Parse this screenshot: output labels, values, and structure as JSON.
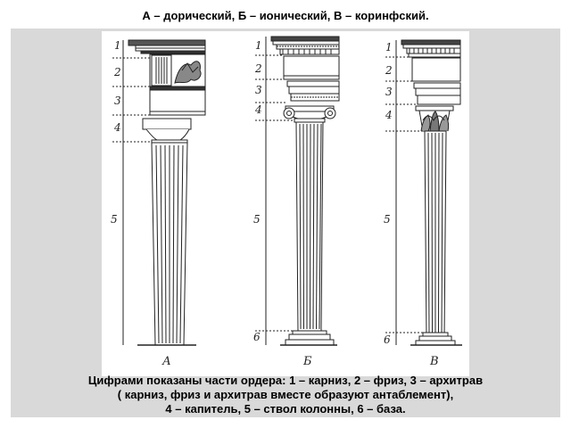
{
  "title": "А – дорический, Б – ионический, В – коринфский.",
  "illustration": {
    "columns": [
      {
        "letter": "А",
        "part_numbers": [
          "1",
          "2",
          "3",
          "4",
          "5"
        ]
      },
      {
        "letter": "Б",
        "part_numbers": [
          "1",
          "2",
          "3",
          "4",
          "5",
          "6"
        ]
      },
      {
        "letter": "В",
        "part_numbers": [
          "1",
          "2",
          "3",
          "4",
          "5",
          "6"
        ]
      }
    ]
  },
  "caption": {
    "line1": "Цифрами показаны части ордера: 1 – карниз, 2 – фриз, 3 – архитрав",
    "line2": "( карниз, фриз и архитрав вместе образуют антаблемент),",
    "line3": "4 – капитель, 5 – ствол колонны, 6 – база."
  }
}
